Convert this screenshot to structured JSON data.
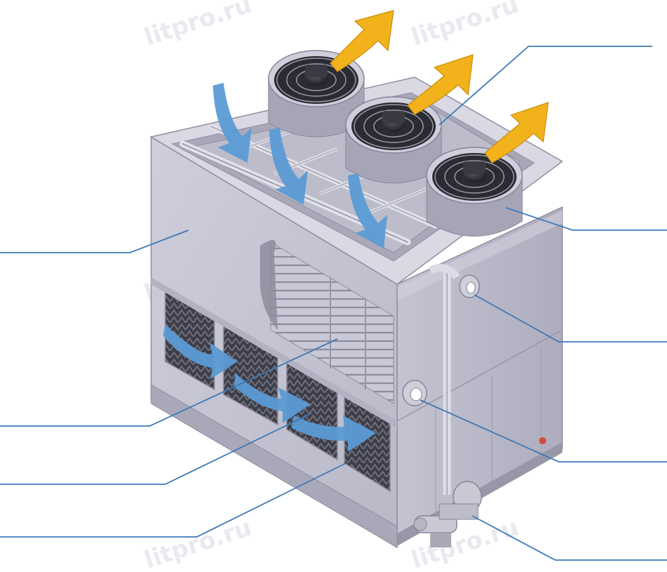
{
  "watermark": "litpro.ru",
  "palette": {
    "casing_front": "#c3c2cf",
    "casing_side": "#b5b4c3",
    "casing_dark": "#8f8ea0",
    "fill_media": "#4a4a55",
    "air_in_arrow": "#5b9bd5",
    "air_out_arrow": "#f2b21b",
    "leader_line": "#3c7ab8",
    "pipe": "#d7d7df"
  },
  "callouts": [
    {
      "id": "fan-units",
      "label": ""
    },
    {
      "id": "fan-shroud",
      "label": ""
    },
    {
      "id": "casing-panel",
      "label": ""
    },
    {
      "id": "upper-inlet-flange",
      "label": ""
    },
    {
      "id": "lower-outlet-flange",
      "label": ""
    },
    {
      "id": "heat-exchanger-coil",
      "label": ""
    },
    {
      "id": "fill-media",
      "label": ""
    },
    {
      "id": "water-basin",
      "label": ""
    },
    {
      "id": "circulation-pump",
      "label": ""
    }
  ]
}
